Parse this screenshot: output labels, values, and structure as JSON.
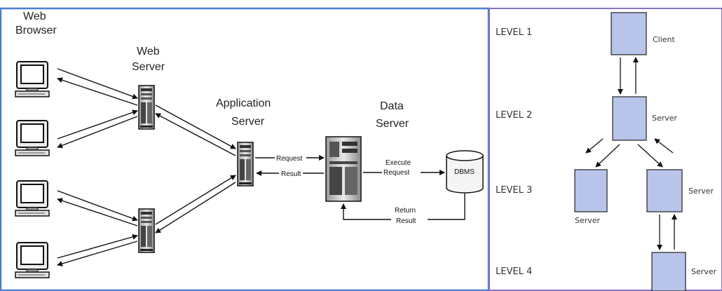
{
  "left_diagram": {
    "web_browser_label": [
      "Web",
      "Browser"
    ],
    "web_server_label": [
      "Web",
      "Server"
    ],
    "application_server_label": [
      "Application",
      "Server"
    ],
    "data_server_label": [
      "Data",
      "Server"
    ],
    "request_label": "Request",
    "result_label": "Result",
    "execute_request_label": [
      "Execute",
      "Request"
    ],
    "dbms_label": "DBMS",
    "return_result_label": [
      "Return",
      "Result"
    ]
  },
  "right_diagram": {
    "levels": [
      "LEVEL 1",
      "LEVEL 2",
      "LEVEL 3",
      "LEVEL 4"
    ],
    "client_label": "Client",
    "server_label": "Server"
  },
  "colors": {
    "left_border": "#4a7fd6",
    "right_border": "#8a72c4",
    "box_fill": "#b8c4ea"
  }
}
